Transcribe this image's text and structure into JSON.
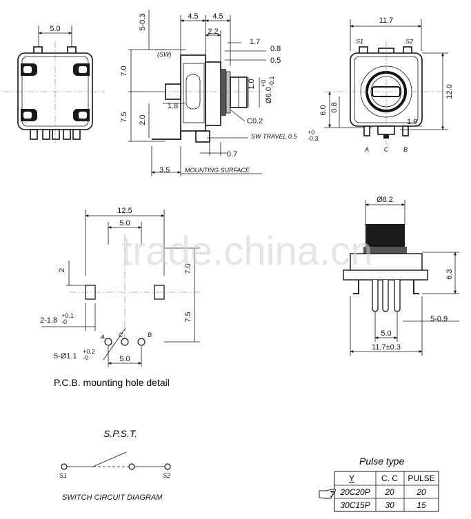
{
  "front_view": {
    "dim_top": "5.0"
  },
  "side_view": {
    "dim_4_5_a": "4.5",
    "dim_4_5_b": "4.5",
    "dim_5_0_3": "5-0.3",
    "dim_2_2": "2.2",
    "dim_1_7": "1.7",
    "dim_0_8": "0.8",
    "dim_0_5": "0.5",
    "sw_label": "(SW)",
    "dim_7_0": "7.0",
    "dim_7_5": "7.5",
    "dim_1_8": "1.8",
    "dim_2_0": "2.0",
    "dim_1_0": "1.0",
    "dim_shaft_dia": "Ø6.0",
    "dim_shaft_tol_up": "+0",
    "dim_shaft_tol_dn": "-0.1",
    "chamfer": "C0.2",
    "sw_travel": "SW TRAVEL 0.5",
    "sw_travel_tol_up": "+0",
    "sw_travel_tol_dn": "-0.3",
    "dim_0_7": "0.7",
    "dim_3_5": "3.5",
    "mounting_surface": "MOUNTING SURFACE"
  },
  "top_right_view": {
    "dim_width": "11.7",
    "s1": "S1",
    "s2": "S2",
    "dim_12_0": "12.0",
    "dim_6_0": "6.0",
    "dim_0_8": "0.8",
    "dim_1_9": "1.9",
    "pin_a": "A",
    "pin_c": "C",
    "pin_b": "B"
  },
  "pcb_detail": {
    "dim_12_5": "12.5",
    "dim_5_0_top": "5.0",
    "dim_2": "2",
    "dim_7_0": "7.0",
    "dim_7_5": "7.5",
    "slot_dim": "2-1.8",
    "slot_tol_up": "+0.1",
    "slot_tol_dn": "-0",
    "hole_dim": "5-Ø1.1",
    "hole_tol_up": "+0.2",
    "hole_tol_dn": "-0",
    "dim_5_0_bottom": "5.0",
    "pin_a": "A",
    "pin_c": "C",
    "pin_b": "B",
    "caption": "P.C.B.  mounting hole detail"
  },
  "bottom_right_view": {
    "dim_8_2": "Ø8.2",
    "dim_6_3": "6.3",
    "dim_5_0_9": "5-0.9",
    "dim_5_0": "5.0",
    "dim_11_7": "11.7±0.3"
  },
  "switch_circuit": {
    "title": "S.P.S.T.",
    "s1": "S1",
    "s2": "S2",
    "caption": "SWITCH CIRCUIT DIAGRAM"
  },
  "pulse_table": {
    "title": "Pulse type",
    "headers": [
      "Y",
      "C. C",
      "PULSE"
    ],
    "rows": [
      [
        "20C20P",
        "20",
        "20"
      ],
      [
        "30C15P",
        "30",
        "15"
      ]
    ],
    "pointer_icon": "pointing-hand-icon"
  },
  "watermark": "trade.china.cn"
}
